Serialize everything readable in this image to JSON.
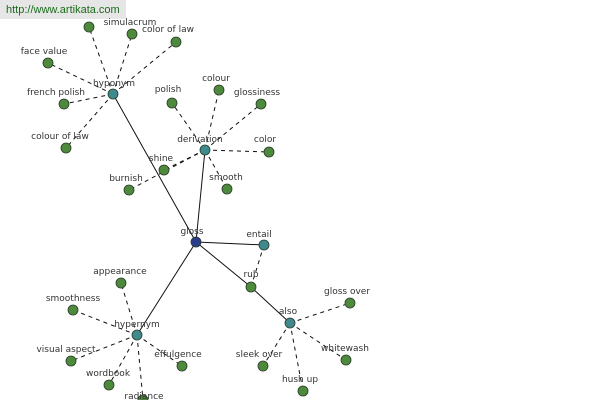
{
  "banner": {
    "url": "http://www.artikata.com"
  },
  "graph": {
    "root": "gloss",
    "nodes": [
      {
        "id": "gloss",
        "label": "gloss",
        "kind": "root"
      },
      {
        "id": "hyponym",
        "label": "hyponym",
        "kind": "relation"
      },
      {
        "id": "derivation",
        "label": "derivation",
        "kind": "relation"
      },
      {
        "id": "entail",
        "label": "entail",
        "kind": "relation"
      },
      {
        "id": "hypernym",
        "label": "hypernym",
        "kind": "relation"
      },
      {
        "id": "also",
        "label": "also",
        "kind": "relation"
      },
      {
        "id": "top",
        "label": "",
        "kind": "leaf"
      },
      {
        "id": "simulacrum",
        "label": "simulacrum",
        "kind": "leaf"
      },
      {
        "id": "color_of_law",
        "label": "color of law",
        "kind": "leaf"
      },
      {
        "id": "face_value",
        "label": "face value",
        "kind": "leaf"
      },
      {
        "id": "french_polish",
        "label": "french polish",
        "kind": "leaf"
      },
      {
        "id": "colour_of_law",
        "label": "colour of law",
        "kind": "leaf"
      },
      {
        "id": "polish",
        "label": "polish",
        "kind": "leaf"
      },
      {
        "id": "colour",
        "label": "colour",
        "kind": "leaf"
      },
      {
        "id": "glossiness",
        "label": "glossiness",
        "kind": "leaf"
      },
      {
        "id": "color",
        "label": "color",
        "kind": "leaf"
      },
      {
        "id": "shine",
        "label": "shine",
        "kind": "leaf"
      },
      {
        "id": "burnish",
        "label": "burnish",
        "kind": "leaf"
      },
      {
        "id": "smooth",
        "label": "smooth",
        "kind": "leaf"
      },
      {
        "id": "rub",
        "label": "rub",
        "kind": "leaf"
      },
      {
        "id": "appearance",
        "label": "appearance",
        "kind": "leaf"
      },
      {
        "id": "smoothness",
        "label": "smoothness",
        "kind": "leaf"
      },
      {
        "id": "visual_aspect",
        "label": "visual aspect",
        "kind": "leaf"
      },
      {
        "id": "wordbook",
        "label": "wordbook",
        "kind": "leaf"
      },
      {
        "id": "radiance",
        "label": "radiance",
        "kind": "leaf"
      },
      {
        "id": "effulgence",
        "label": "effulgence",
        "kind": "leaf"
      },
      {
        "id": "gloss_over",
        "label": "gloss over",
        "kind": "leaf"
      },
      {
        "id": "whitewash",
        "label": "whitewash",
        "kind": "leaf"
      },
      {
        "id": "sleek_over",
        "label": "sleek over",
        "kind": "leaf"
      },
      {
        "id": "hush_up",
        "label": "hush up",
        "kind": "leaf"
      }
    ],
    "edges": [
      {
        "from": "gloss",
        "to": "hyponym",
        "style": "solid"
      },
      {
        "from": "gloss",
        "to": "derivation",
        "style": "solid"
      },
      {
        "from": "gloss",
        "to": "entail",
        "style": "solid"
      },
      {
        "from": "gloss",
        "to": "hypernym",
        "style": "solid"
      },
      {
        "from": "gloss",
        "to": "rub",
        "style": "solid"
      },
      {
        "from": "rub",
        "to": "also",
        "style": "solid"
      },
      {
        "from": "entail",
        "to": "rub",
        "style": "dashed"
      },
      {
        "from": "hyponym",
        "to": "top",
        "style": "dashed"
      },
      {
        "from": "hyponym",
        "to": "simulacrum",
        "style": "dashed"
      },
      {
        "from": "hyponym",
        "to": "color_of_law",
        "style": "dashed"
      },
      {
        "from": "hyponym",
        "to": "face_value",
        "style": "dashed"
      },
      {
        "from": "hyponym",
        "to": "french_polish",
        "style": "dashed"
      },
      {
        "from": "hyponym",
        "to": "colour_of_law",
        "style": "dashed"
      },
      {
        "from": "derivation",
        "to": "polish",
        "style": "dashed"
      },
      {
        "from": "derivation",
        "to": "colour",
        "style": "dashed"
      },
      {
        "from": "derivation",
        "to": "glossiness",
        "style": "dashed"
      },
      {
        "from": "derivation",
        "to": "color",
        "style": "dashed"
      },
      {
        "from": "derivation",
        "to": "shine",
        "style": "dashed"
      },
      {
        "from": "derivation",
        "to": "burnish",
        "style": "dashed"
      },
      {
        "from": "derivation",
        "to": "smooth",
        "style": "dashed"
      },
      {
        "from": "hypernym",
        "to": "appearance",
        "style": "dashed"
      },
      {
        "from": "hypernym",
        "to": "smoothness",
        "style": "dashed"
      },
      {
        "from": "hypernym",
        "to": "visual_aspect",
        "style": "dashed"
      },
      {
        "from": "hypernym",
        "to": "wordbook",
        "style": "dashed"
      },
      {
        "from": "hypernym",
        "to": "radiance",
        "style": "dashed"
      },
      {
        "from": "hypernym",
        "to": "effulgence",
        "style": "dashed"
      },
      {
        "from": "also",
        "to": "gloss_over",
        "style": "dashed"
      },
      {
        "from": "also",
        "to": "whitewash",
        "style": "dashed"
      },
      {
        "from": "also",
        "to": "sleek_over",
        "style": "dashed"
      },
      {
        "from": "also",
        "to": "hush_up",
        "style": "dashed"
      }
    ],
    "colors": {
      "root": "#2b3c8c",
      "relation": "#3f8a8c",
      "leaf": "#4e8a3c",
      "node_stroke": "#2a3a2a",
      "edge": "#111111",
      "label": "#333333"
    }
  }
}
